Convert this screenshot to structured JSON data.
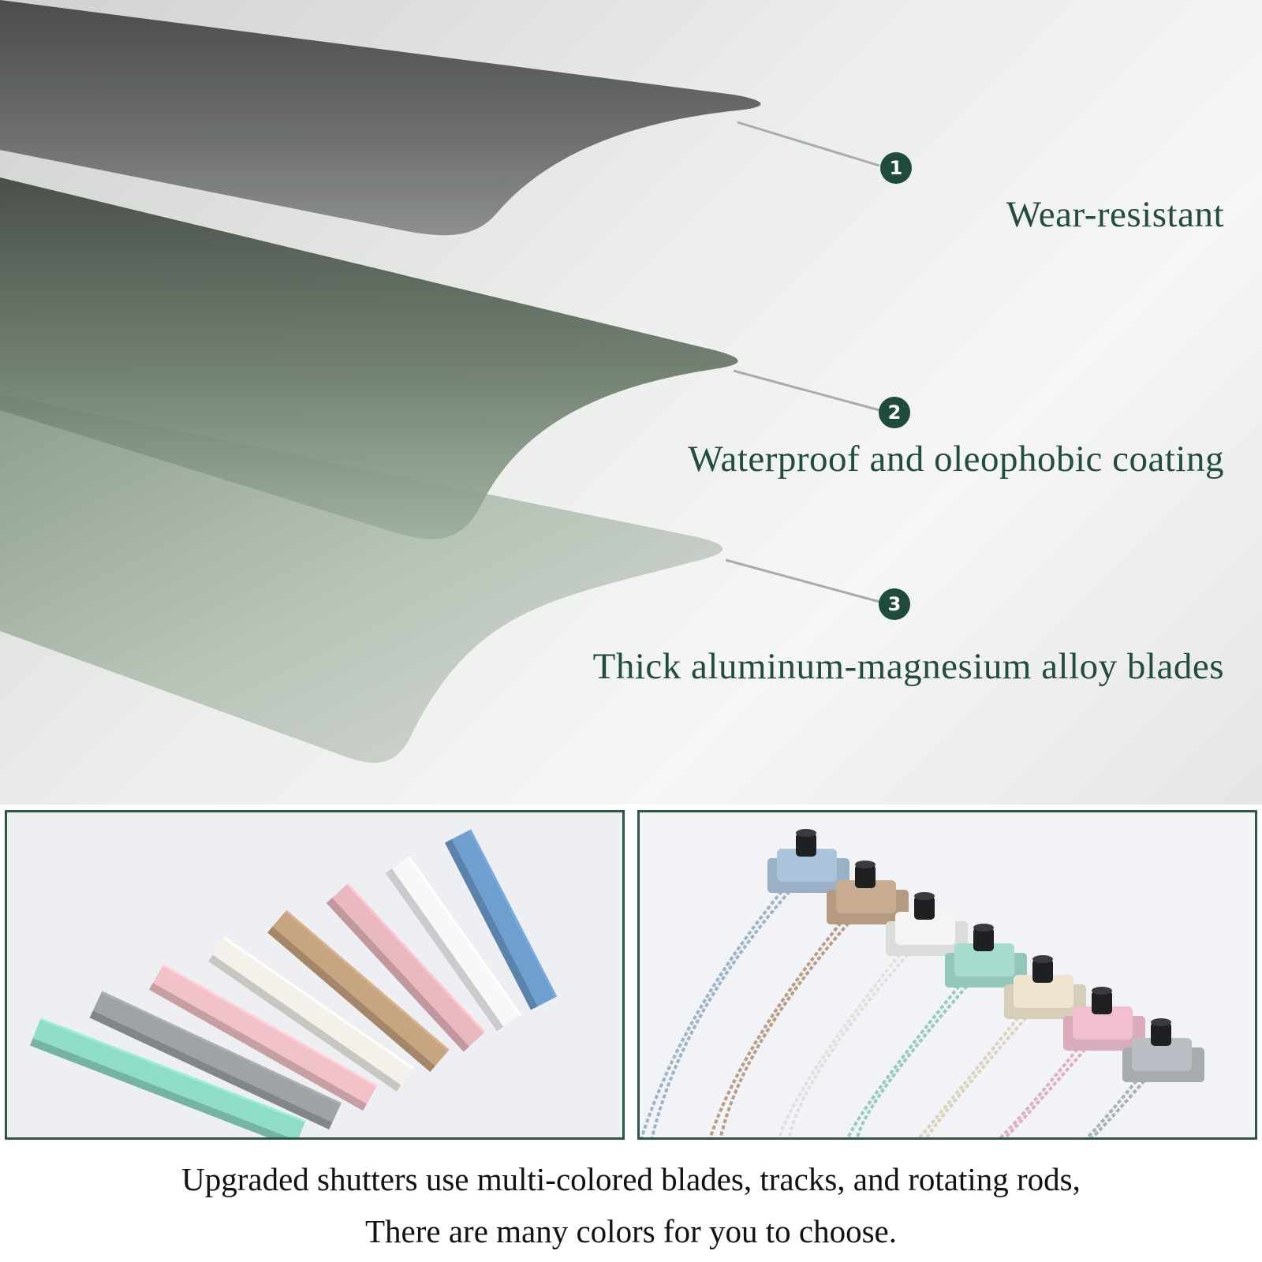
{
  "features": [
    {
      "badge": "1",
      "label": "Wear-resistant",
      "icon": "number-badge-icon"
    },
    {
      "badge": "2",
      "label": "Waterproof and oleophobic coating",
      "icon": "number-badge-icon"
    },
    {
      "badge": "3",
      "label": "Thick aluminum-magnesium alloy blades",
      "icon": "number-badge-icon"
    }
  ],
  "caption": {
    "line1": "Upgraded shutters use multi-colored blades, tracks, and rotating rods,",
    "line2": "There are many colors for you to choose."
  },
  "colors": {
    "accent": "#1e4b3a",
    "text_green": "#224d3d",
    "panel_border": "#2e5546",
    "track_colors": [
      "#8fdcc8",
      "#9fa3a7",
      "#f1c2c7",
      "#f4f1ea",
      "#c8a581",
      "#eab9c0",
      "#f7f8fa",
      "#6f9fcf"
    ],
    "rod_colors": [
      "#aac4dc",
      "#c9ab90",
      "#f4f4f2",
      "#a6dcd0",
      "#efe5cf",
      "#f1bfd0",
      "#b9bec4"
    ]
  }
}
